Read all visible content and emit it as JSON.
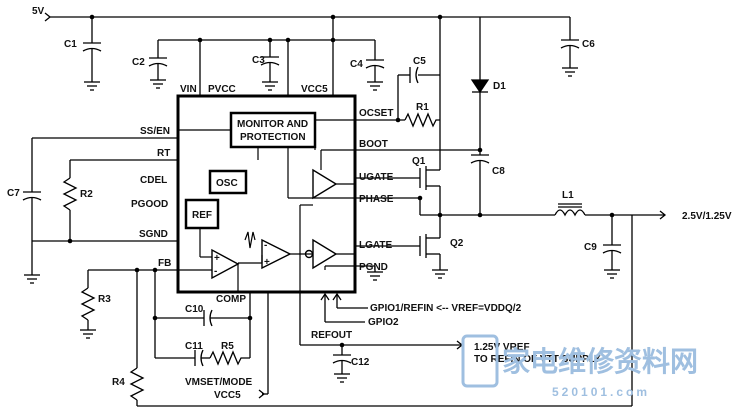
{
  "supply": {
    "label": "5V"
  },
  "components": {
    "C1": "C1",
    "C2": "C2",
    "C3": "C3",
    "C4": "C4",
    "C5": "C5",
    "C6": "C6",
    "C7": "C7",
    "C8": "C8",
    "C9": "C9",
    "C10": "C10",
    "C11": "C11",
    "C12": "C12",
    "R1": "R1",
    "R2": "R2",
    "R3": "R3",
    "R4": "R4",
    "R5": "R5",
    "D1": "D1",
    "L1": "L1",
    "Q1": "Q1",
    "Q2": "Q2"
  },
  "ic": {
    "pins": {
      "vin": "VIN",
      "pvcc": "PVCC",
      "vcc5": "VCC5",
      "ss_en": "SS/EN",
      "rt": "RT",
      "cdel": "CDEL",
      "pgood": "PGOOD",
      "sgnd": "SGND",
      "fb": "FB",
      "ocset": "OCSET",
      "boot": "BOOT",
      "ugate": "UGATE",
      "phase": "PHASE",
      "lgate": "LGATE",
      "pgnd": "PGND",
      "comp": "COMP"
    },
    "blocks": {
      "monitor_line1": "MONITOR AND",
      "monitor_line2": "PROTECTION",
      "osc": "OSC",
      "ref": "REF"
    },
    "amp_signs": {
      "plus": "+",
      "minus": "-"
    }
  },
  "nets": {
    "output": "2.5V/1.25V",
    "gpio1": "GPIO1/REFIN <-- VREF=VDDQ/2",
    "gpio2": "GPIO2",
    "refout": "REFOUT",
    "vref_line1": "1.25V VREF",
    "vref_line2": "TO REFIN OF VTT SUPPLY",
    "vmset": "VMSET/MODE",
    "vcc5_bottom": "VCC5"
  },
  "watermark": {
    "main": "家电维修资料网",
    "url": "520101.com"
  }
}
